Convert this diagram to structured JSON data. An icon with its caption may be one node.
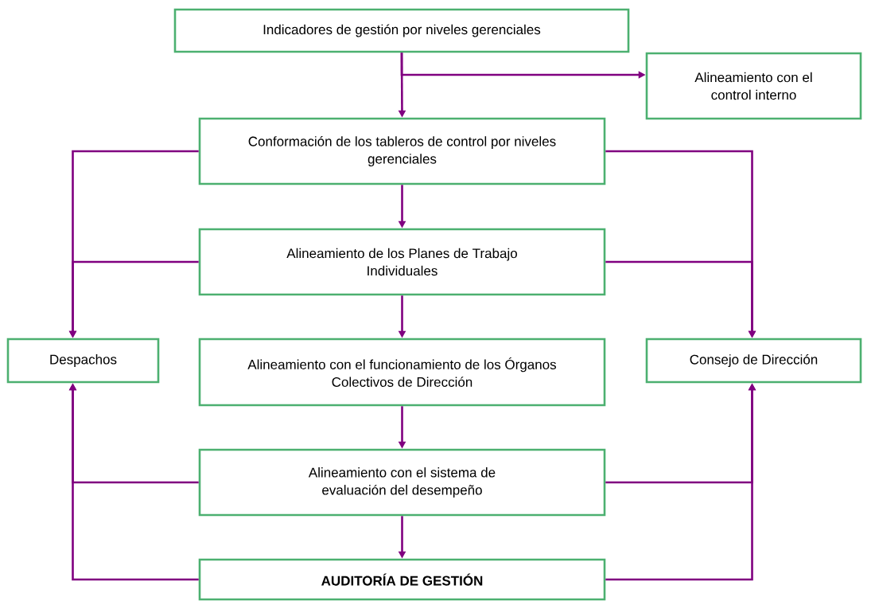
{
  "diagram": {
    "nodes": [
      {
        "text": [
          "Indicadores de gestión por niveles gerenciales"
        ]
      },
      {
        "text": [
          "Alineamiento con el control interno"
        ]
      },
      {
        "text": [
          "Conformación de los tableros de control por niveles gerenciales"
        ]
      },
      {
        "text": [
          "Alineamiento de los Planes de Trabajo Individuales"
        ]
      },
      {
        "text": [
          "Despachos"
        ]
      },
      {
        "text": [
          "Alineamiento con el funcionamiento de los Órganos Colectivos de Dirección"
        ]
      },
      {
        "text": [
          "Consejo de Dirección"
        ]
      },
      {
        "text": [
          "Alineamiento con el sistema de evaluación del desempeño"
        ]
      },
      {
        "text": [
          "AUDITORÍA DE GESTIÓN"
        ]
      }
    ],
    "edges": [
      {
        "from": 0,
        "to": 1,
        "arrow": "to"
      },
      {
        "from": 0,
        "to": 2,
        "arrow": "to"
      },
      {
        "from": 2,
        "to": 3,
        "arrow": "to"
      },
      {
        "from": 3,
        "to": 5,
        "arrow": "to"
      },
      {
        "from": 5,
        "to": 7,
        "arrow": "to"
      },
      {
        "from": 7,
        "to": 8,
        "arrow": "to"
      },
      {
        "from": 2,
        "to": 4,
        "arrow": "to"
      },
      {
        "from": 3,
        "to": 4,
        "arrow": "to"
      },
      {
        "from": 2,
        "to": 6,
        "arrow": "to"
      },
      {
        "from": 3,
        "to": 6,
        "arrow": "to"
      },
      {
        "from": 7,
        "to": 4,
        "arrow": "to"
      },
      {
        "from": 8,
        "to": 4,
        "arrow": "to"
      },
      {
        "from": 7,
        "to": 6,
        "arrow": "to"
      },
      {
        "from": 8,
        "to": 6,
        "arrow": "to"
      }
    ]
  }
}
